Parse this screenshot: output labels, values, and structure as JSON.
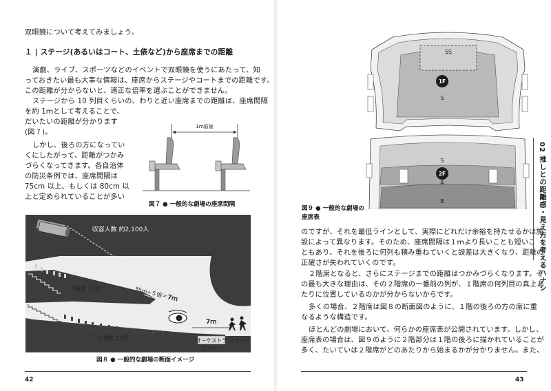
{
  "left_page": {
    "intro": "双眼鏡について考えてみましょう。",
    "heading": "１ | ステージ(あるいはコート、土俵など)から座席までの距離",
    "lines": [
      "演劇、ライブ、スポーツなどのイベントで双眼鏡を使うにあたって、知",
      "っておきたい最も大事な情報は、座席からステージやコートまでの距離です。",
      "この距離が分からないと、適正な倍率を選ぶことができません。",
      "ステージから 10 列目くらいの、わりと近い座席までの距離は、座席間隔",
      "を約 1ｍとして考えることで、",
      "だいたいの距離が分かります",
      "(図７)。",
      "しかし、後ろの方になってい",
      "くにしたがって、距離がつかみ",
      "づらくなってきます。各自治体",
      "の防災条例では、座席間隔は",
      "75cm 以上、もしくは 80cm 以",
      "上と定められていることが多い"
    ],
    "fig7": {
      "label": "1ｍ前後",
      "caption": "図７ ● 一般的な劇場の座席間隔"
    },
    "fig8": {
      "capacity": "収容人数 約2,100人",
      "calc_prefix": "35ｍ÷５倍＝",
      "calc_result": "7ｍ",
      "dist": "7ｍ",
      "floor2": "２階席 15列",
      "floor1": "１階席 23列",
      "orch_line1": "オーケストラ",
      "orch_line2": "ピット",
      "stage": "ステージ",
      "caption": "図８ ● 一般的な劇場の断面イメージ"
    },
    "page_number": "42"
  },
  "right_page": {
    "fig9": {
      "ss": "SS",
      "f1": "1F",
      "s_upper": "S",
      "s_lower": "S",
      "f2": "2F",
      "a": "A",
      "b": "B",
      "caption_line1": "図９ ● 一般的な劇場の",
      "caption_line2": "座席表"
    },
    "lines": [
      "のですが、それを最低ラインとして、実際にどれだけ余裕を持たせるかは施",
      "設によって異なります。そのため、座席間隔は１ｍより長いことも短いこ",
      "ともあり、それを後ろに何列も積み重ねていくと誤差は大きくなり、距離の",
      "正確さが失われていくのです。",
      "２階席となると、さらにステージまでの距離はつかみづらくなります。そ",
      "の最も大きな理由は、その２階席の一番前の列が、１階席の何列目の真上あ",
      "たりに位置しているのかが分からないからです。",
      "多くの場合、２階席は図８の断面図のように、１階の後ろの方の席に重",
      "なるような構造です。",
      "ほとんどの劇場において、何らかの座席表が公開されています。しかし、",
      "座席表の場合は、図９のように２階部分は１階の後ろに描かれていることが",
      "多く、たいていは２階席がどのあたりから始まるかが分かりません。また、"
    ],
    "side_title": "02 推しとの距離感・見え方を考えるハナシ",
    "page_number": "43"
  }
}
